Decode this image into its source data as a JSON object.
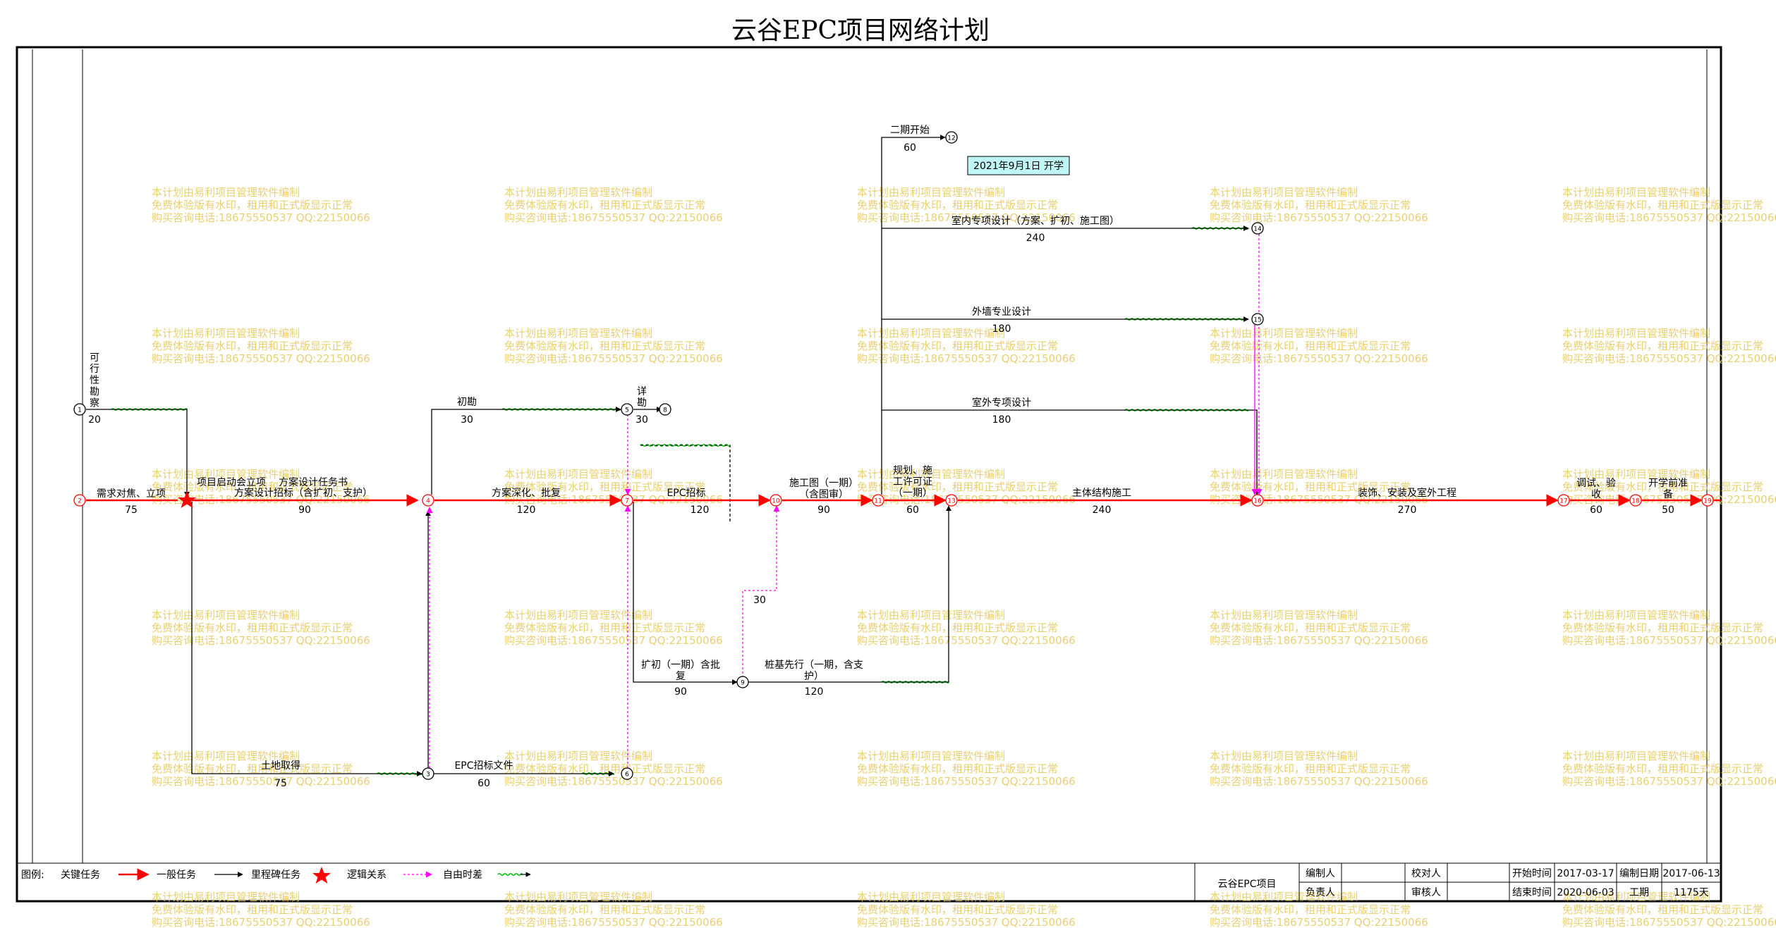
{
  "title": "云谷EPC项目网络计划",
  "colors": {
    "critical": "#ff0000",
    "normal": "#000000",
    "logic": "#ff00ff",
    "float": "#00c000",
    "watermark": "#e6c85a"
  },
  "watermark": {
    "line1": "本计划由易利项目管理软件编制",
    "line2": "免费体验版有水印，租用和正式版显示正常",
    "line3": "购买咨询电话:18675550537 QQ:22150066"
  },
  "annotation": "2021年9月1日 开学",
  "nodes": [
    "1",
    "2",
    "3",
    "4",
    "5",
    "6",
    "7",
    "8",
    "9",
    "10",
    "11",
    "12",
    "13",
    "14",
    "15",
    "16",
    "17",
    "18",
    "19"
  ],
  "activities": [
    {
      "id": "a1",
      "name": "可\n行\n性\n勘\n察",
      "duration": "20"
    },
    {
      "id": "a2",
      "name": "需求对焦、立项",
      "duration": "75"
    },
    {
      "id": "a3",
      "name": "项目启动会立项",
      "duration": ""
    },
    {
      "id": "a4",
      "name": "方案设计任务书",
      "duration": ""
    },
    {
      "id": "a5",
      "name": "方案设计招标（含扩初、支护）",
      "duration": "90"
    },
    {
      "id": "a6",
      "name": "土地取得",
      "duration": "75"
    },
    {
      "id": "a7",
      "name": "初勘",
      "duration": "30"
    },
    {
      "id": "a8",
      "name": "方案深化、批复",
      "duration": "120"
    },
    {
      "id": "a9",
      "name": "EPC招标文件",
      "duration": "60"
    },
    {
      "id": "a10",
      "name": "详\n勘",
      "duration": "30"
    },
    {
      "id": "a11",
      "name": "EPC招标",
      "duration": "120"
    },
    {
      "id": "a12",
      "name": "扩初（一期）含批\n复",
      "duration": "90"
    },
    {
      "id": "a13",
      "name": "施工图（一期）\n（含图审）",
      "duration": "90"
    },
    {
      "id": "a14",
      "name": "桩基先行（一期，含支\n护）",
      "duration": "120"
    },
    {
      "id": "a15",
      "name": "规划、施\n工许可证\n（一期）",
      "duration": "60"
    },
    {
      "id": "a16",
      "name": "二期开始",
      "duration": "60"
    },
    {
      "id": "a17",
      "name": "室内专项设计（方案、扩初、施工图）",
      "duration": "240"
    },
    {
      "id": "a18",
      "name": "外墙专业设计",
      "duration": "180"
    },
    {
      "id": "a19",
      "name": "室外专项设计",
      "duration": "180"
    },
    {
      "id": "a20",
      "name": "主体结构施工",
      "duration": "240"
    },
    {
      "id": "a21",
      "name": "装饰、安装及室外工程",
      "duration": "270"
    },
    {
      "id": "a22",
      "name": "调试、验\n收",
      "duration": "60"
    },
    {
      "id": "a23",
      "name": "开学前准\n备",
      "duration": "50"
    },
    {
      "id": "a24",
      "name": "",
      "duration": "30"
    }
  ],
  "legend": {
    "label": "图例:",
    "items": [
      "关键任务",
      "一般任务",
      "里程碑任务",
      "逻辑关系",
      "自由时差"
    ]
  },
  "info": {
    "project": "云谷EPC项目",
    "editor_label": "编制人",
    "checker_label": "校对人",
    "start_label": "开始时间",
    "start_value": "2017-03-17",
    "compile_label": "编制日期",
    "compile_value": "2017-06-13",
    "manager_label": "负责人",
    "reviewer_label": "审核人",
    "end_label": "结束时间",
    "end_value": "2020-06-03",
    "period_label": "工期",
    "period_value": "1175天"
  }
}
